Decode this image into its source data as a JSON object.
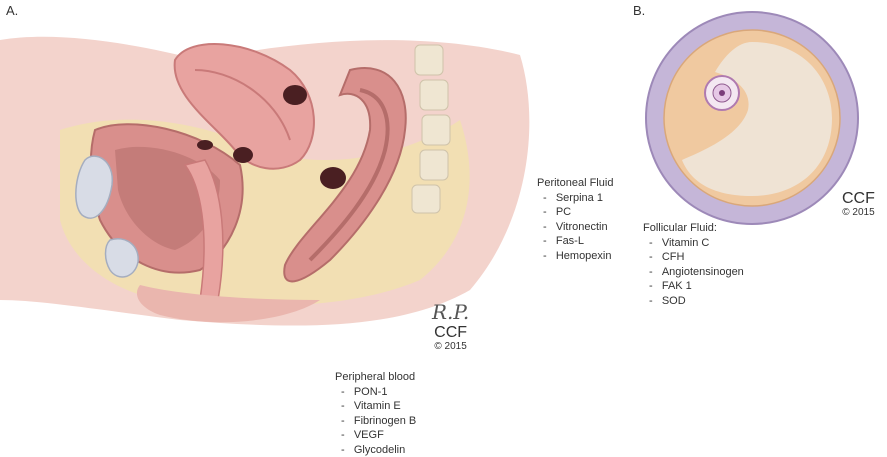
{
  "panel_a": {
    "label": "A.",
    "signature": {
      "initials": "R.P.",
      "org": "CCF",
      "year": "© 2015"
    },
    "peritoneal_fluid": {
      "title": "Peritoneal Fluid",
      "items": [
        "Serpina 1",
        "PC",
        "Vitronectin",
        "Fas-L",
        "Hemopexin"
      ]
    },
    "peripheral_blood": {
      "title": "Peripheral blood",
      "items": [
        "PON-1",
        "Vitamin E",
        "Fibrinogen B",
        "VEGF",
        "Glycodelin"
      ]
    }
  },
  "panel_b": {
    "label": "B.",
    "signature": {
      "org": "CCF",
      "year": "© 2015"
    },
    "follicular_fluid": {
      "title": "Follicular Fluid:",
      "items": [
        "Vitamin C",
        "CFH",
        "Angiotensinogen",
        "FAK 1",
        "SOD"
      ]
    }
  },
  "colors": {
    "flesh": "#e8a3a0",
    "flesh_dark": "#c97a79",
    "fat": "#f2dfb3",
    "skin": "#f3d3cc",
    "lesion": "#4a1f22",
    "follicle_wall": "#c5b6d8",
    "granulosa": "#f0c9a0",
    "antrum": "#efe3d4"
  }
}
